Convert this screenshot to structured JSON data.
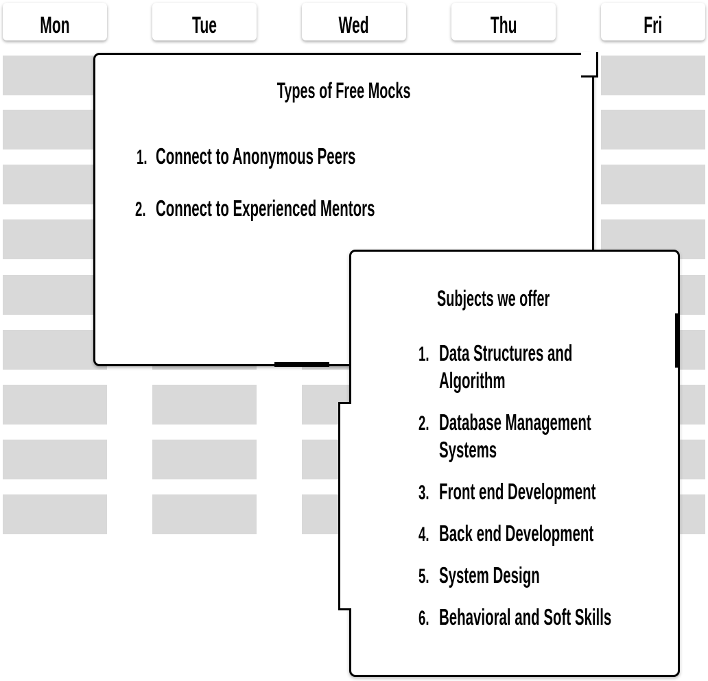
{
  "days": [
    "Mon",
    "Tue",
    "Wed",
    "Thu",
    "Fri"
  ],
  "free_mocks": {
    "title": "Types of Free Mocks",
    "items": [
      "Connect to Anonymous Peers",
      "Connect to Experienced Mentors"
    ]
  },
  "subjects": {
    "title": "Subjects we offer",
    "items": [
      [
        "Data Structures and",
        "Algorithm"
      ],
      [
        "Database Management",
        "Systems"
      ],
      [
        "Front end Development"
      ],
      [
        "Back end Development"
      ],
      [
        "System Design"
      ],
      [
        "Behavioral and Soft Skills"
      ]
    ]
  }
}
